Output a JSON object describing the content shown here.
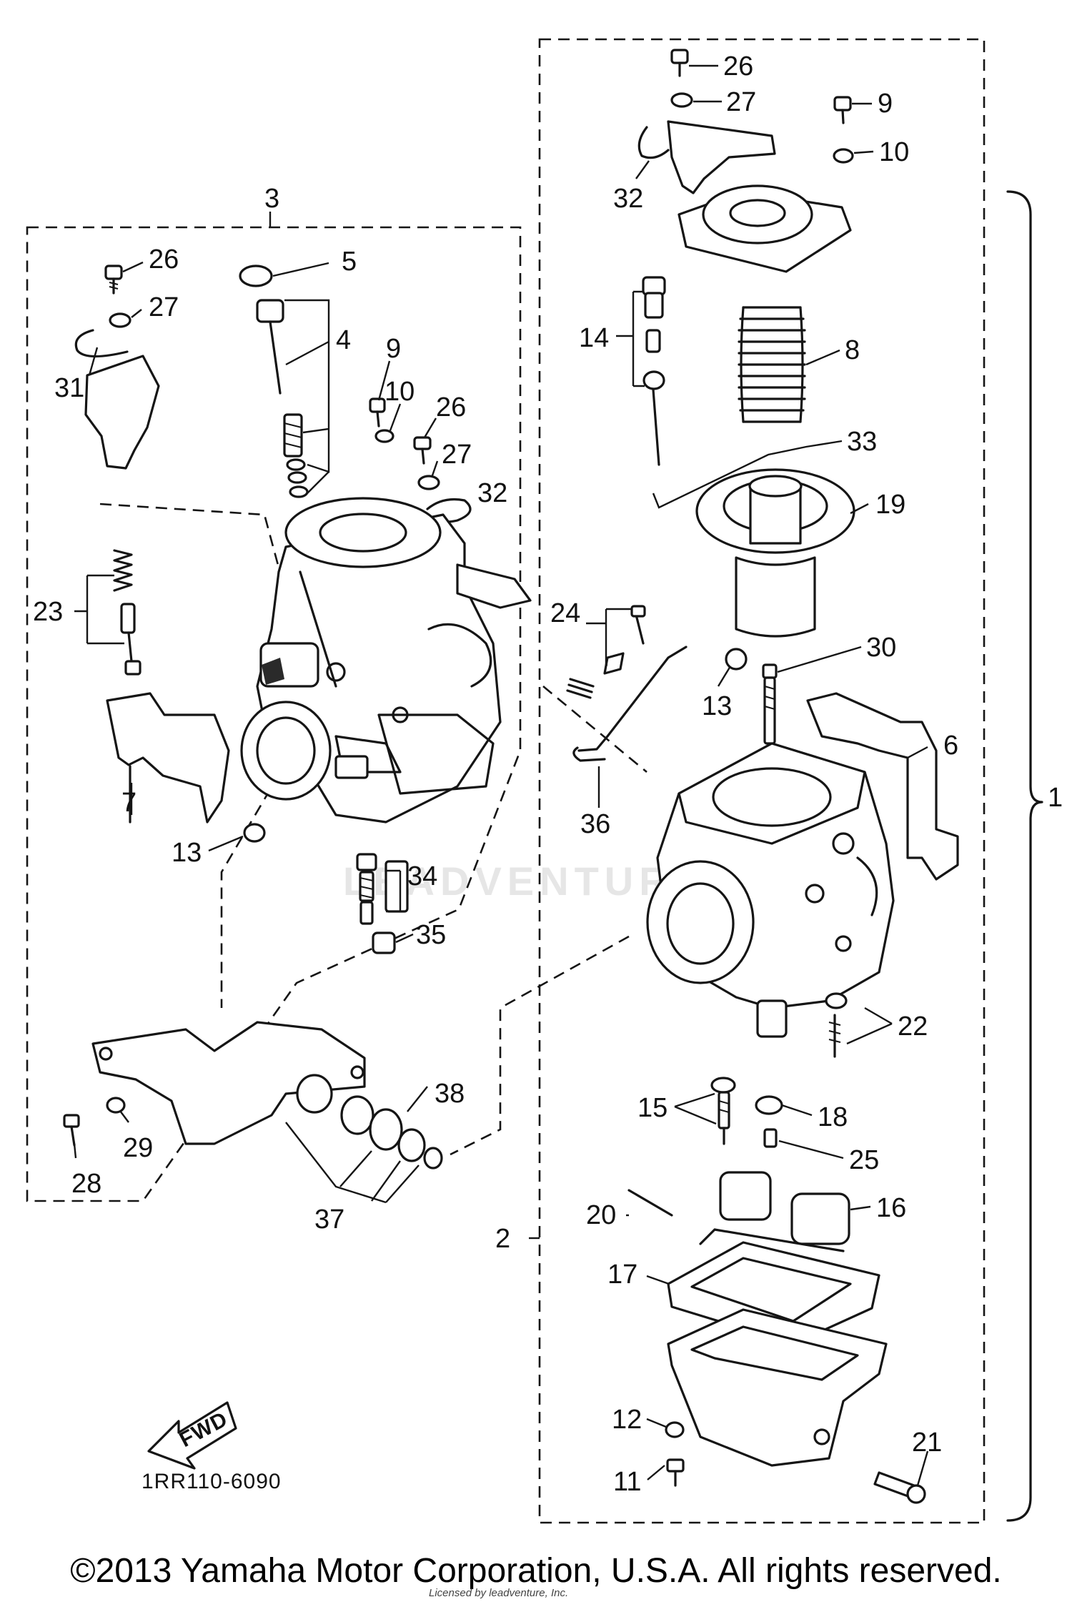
{
  "diagram": {
    "drawing_code": "1RR110-6090",
    "fwd_arrow_label": "FWD",
    "copyright": "©2013 Yamaha Motor Corporation, U.S.A. All rights reserved.",
    "licensed_note": "Licensed by leadventure, Inc.",
    "watermark_text": "LEADVENTURE",
    "group_labels": {
      "assembly_1": "1",
      "assembly_2": "2",
      "assembly_3": "3"
    },
    "callouts_left": {
      "c26": "26",
      "c27": "27",
      "c31": "31",
      "c5": "5",
      "c4": "4",
      "c9": "9",
      "c10": "10",
      "c26b": "26",
      "c27b": "27",
      "c32": "32",
      "c23": "23",
      "c7": "7",
      "c13": "13",
      "c34": "34",
      "c35": "35",
      "c28": "28",
      "c29": "29",
      "c37": "37",
      "c38": "38"
    },
    "callouts_right": {
      "c26": "26",
      "c27": "27",
      "c9": "9",
      "c10": "10",
      "c32": "32",
      "c14": "14",
      "c8": "8",
      "c33": "33",
      "c19": "19",
      "c24": "24",
      "c30": "30",
      "c13": "13",
      "c6": "6",
      "c36": "36",
      "c22": "22",
      "c15": "15",
      "c18": "18",
      "c25": "25",
      "c20": "20",
      "c16": "16",
      "c17": "17",
      "c12": "12",
      "c21": "21",
      "c11": "11"
    }
  }
}
